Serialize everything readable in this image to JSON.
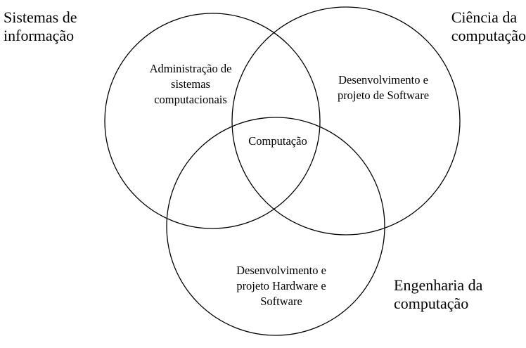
{
  "diagram": {
    "sets": [
      {
        "id": "sistemas-informacao",
        "label_lines": [
          "Sistemas de",
          "informação"
        ]
      },
      {
        "id": "ciencia-computacao",
        "label_lines": [
          "Ciência da",
          "computação"
        ]
      },
      {
        "id": "engenharia-computacao",
        "label_lines": [
          "Engenharia da",
          "computação"
        ]
      }
    ],
    "regions": [
      {
        "id": "admin",
        "sets": [
          "sistemas-informacao"
        ],
        "label_lines": [
          "Administração de",
          "sistemas",
          "computacionais"
        ]
      },
      {
        "id": "dev-sw",
        "sets": [
          "ciencia-computacao"
        ],
        "label_lines": [
          "Desenvolvimento e",
          "projeto de Software"
        ]
      },
      {
        "id": "computacao",
        "sets": [
          "sistemas-informacao",
          "ciencia-computacao",
          "engenharia-computacao"
        ],
        "label_lines": [
          "Computação"
        ]
      },
      {
        "id": "dev-hw",
        "sets": [
          "engenharia-computacao"
        ],
        "label_lines": [
          "Desenvolvimento e",
          "projeto Hardware e",
          "Software"
        ]
      }
    ],
    "stroke_color": "#000000",
    "background_color": "#ffffff"
  }
}
